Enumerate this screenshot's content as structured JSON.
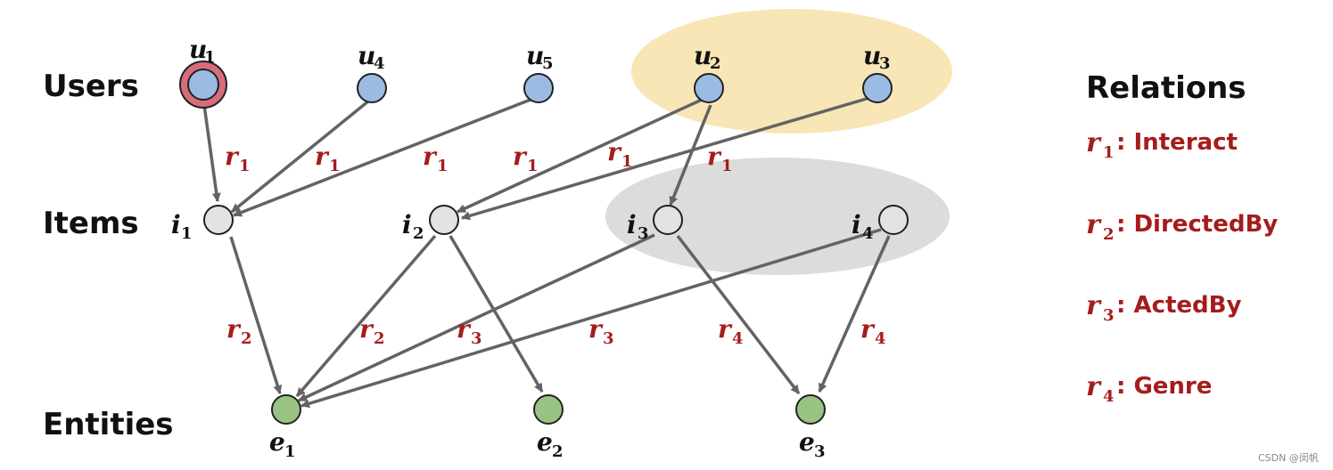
{
  "rows": {
    "users": "Users",
    "items": "Items",
    "entities": "Entities"
  },
  "relations_title": "Relations",
  "relations": [
    {
      "sym": "r",
      "sub": "1",
      "name": ": Interact"
    },
    {
      "sym": "r",
      "sub": "2",
      "name": ": DirectedBy"
    },
    {
      "sym": "r",
      "sub": "3",
      "name": ": ActedBy"
    },
    {
      "sym": "r",
      "sub": "4",
      "name": ": Genre"
    }
  ],
  "nodes": {
    "u1": {
      "sym": "u",
      "sub": "1",
      "type": "user",
      "highlighted": true
    },
    "u4": {
      "sym": "u",
      "sub": "4",
      "type": "user"
    },
    "u5": {
      "sym": "u",
      "sub": "5",
      "type": "user"
    },
    "u2": {
      "sym": "u",
      "sub": "2",
      "type": "user"
    },
    "u3": {
      "sym": "u",
      "sub": "3",
      "type": "user"
    },
    "i1": {
      "sym": "i",
      "sub": "1",
      "type": "item"
    },
    "i2": {
      "sym": "i",
      "sub": "2",
      "type": "item"
    },
    "i3": {
      "sym": "i",
      "sub": "3",
      "type": "item"
    },
    "i4": {
      "sym": "i",
      "sub": "4",
      "type": "item"
    },
    "e1": {
      "sym": "e",
      "sub": "1",
      "type": "entity"
    },
    "e2": {
      "sym": "e",
      "sub": "2",
      "type": "entity"
    },
    "e3": {
      "sym": "e",
      "sub": "3",
      "type": "entity"
    }
  },
  "edges": [
    {
      "from": "u1",
      "to": "i1",
      "rel": "1"
    },
    {
      "from": "u4",
      "to": "i1",
      "rel": "1"
    },
    {
      "from": "u5",
      "to": "i1",
      "rel": "1"
    },
    {
      "from": "u2",
      "to": "i2",
      "rel": "1"
    },
    {
      "from": "u3",
      "to": "i2",
      "rel": "1"
    },
    {
      "from": "u2",
      "to": "i3",
      "rel": "1"
    },
    {
      "from": "i1",
      "to": "e1",
      "rel": "2"
    },
    {
      "from": "i2",
      "to": "e1",
      "rel": "2"
    },
    {
      "from": "i3",
      "to": "e1",
      "rel": "3"
    },
    {
      "from": "i2",
      "to": "e2",
      "rel": "3"
    },
    {
      "from": "i4",
      "to": "e1",
      "rel": "3"
    },
    {
      "from": "i3",
      "to": "e3",
      "rel": "4"
    },
    {
      "from": "i4",
      "to": "e3",
      "rel": "4"
    }
  ],
  "groups": [
    {
      "name": "user-group",
      "members": [
        "u2",
        "u3"
      ],
      "color": "#f8e6b6"
    },
    {
      "name": "item-group",
      "members": [
        "i3",
        "i4"
      ],
      "color": "#dcdcdc"
    }
  ],
  "colors": {
    "user": "#9bbbe3",
    "item": "#e3e3e3",
    "entity": "#99c383",
    "highlight_ring": "#d96c7b",
    "edge": "#636363",
    "relation": "#a51c1c"
  },
  "watermark": "CSDN @闵帆"
}
